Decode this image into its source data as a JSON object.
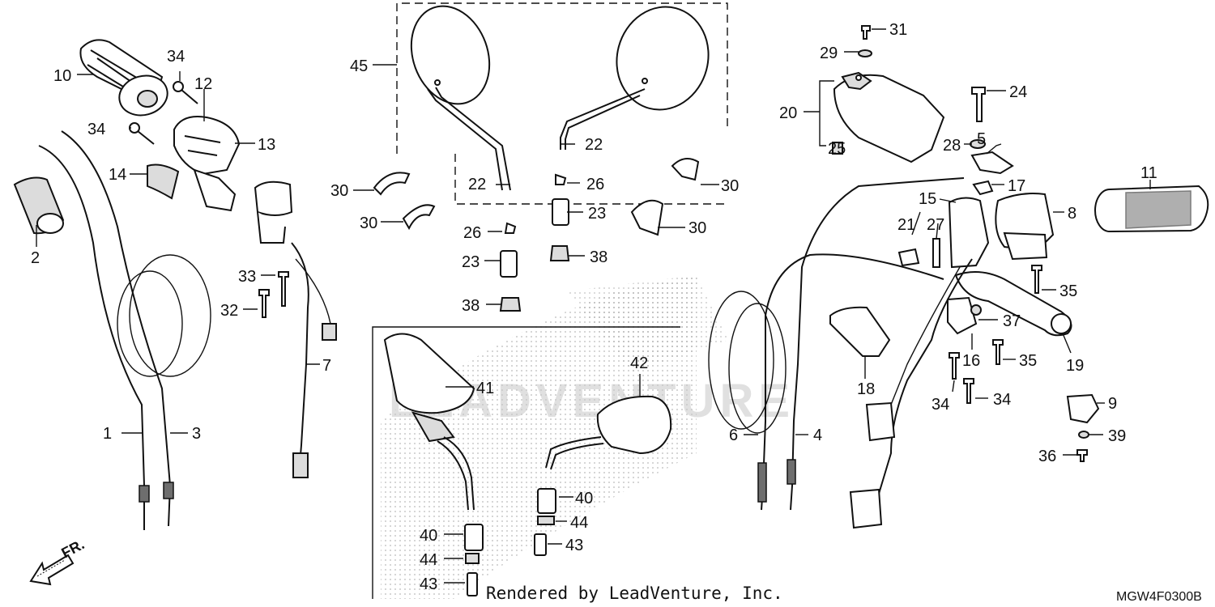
{
  "diagram": {
    "callouts": [
      "1",
      "2",
      "3",
      "4",
      "5",
      "6",
      "7",
      "8",
      "9",
      "10",
      "11",
      "12",
      "13",
      "14",
      "15",
      "16",
      "17",
      "18",
      "19",
      "20",
      "21",
      "22",
      "22",
      "23",
      "23",
      "24",
      "25",
      "26",
      "26",
      "27",
      "28",
      "29",
      "30",
      "30",
      "30",
      "30",
      "31",
      "32",
      "33",
      "34",
      "34",
      "34",
      "34",
      "35",
      "35",
      "36",
      "37",
      "38",
      "38",
      "39",
      "40",
      "40",
      "41",
      "42",
      "43",
      "43",
      "44",
      "44",
      "45"
    ],
    "credit": "Rendered by LeadVenture, Inc.",
    "diagram_code": "MGW4F0300B",
    "direction_label": "FR.",
    "watermark": "LEADVENTURE"
  }
}
